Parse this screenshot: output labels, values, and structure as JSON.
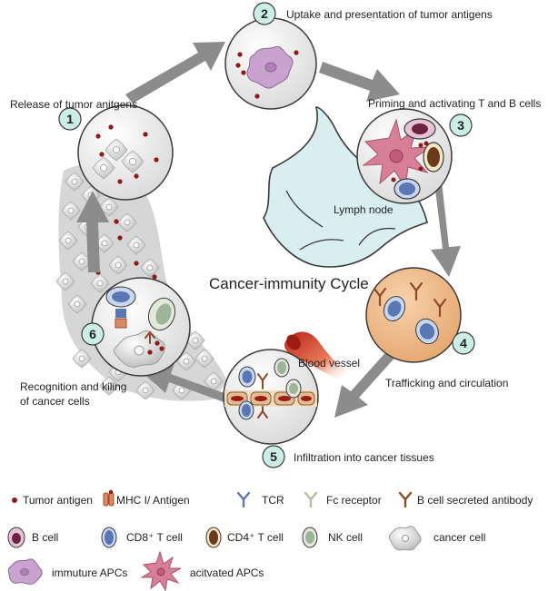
{
  "title": "Cancer-immunity Cycle",
  "steps": [
    {
      "number": "1",
      "label": "Release of tumor anitgens"
    },
    {
      "number": "2",
      "label": "Uptake and presentation of tumor antigens"
    },
    {
      "number": "3",
      "label": "Priming and activating T and B cells"
    },
    {
      "number": "4",
      "label": "Trafficking and circulation"
    },
    {
      "number": "5",
      "label": "Infiltration into cancer tissues"
    },
    {
      "number": "6",
      "label_line1": "Recognition and kiling",
      "label_line2": "of cancer cells"
    }
  ],
  "annotations": {
    "lymph_node": "Lymph node",
    "blood_vessel": "Blood vessel"
  },
  "legend": {
    "row1": [
      "Tumor antigen",
      "MHC I/ Antigen",
      "TCR",
      "Fc receptor",
      "B cell secreted antibody"
    ],
    "row2": [
      "B cell",
      "CD8⁺ T cell",
      "CD4⁺ T cell",
      "NK cell",
      "cancer cell"
    ],
    "row3": [
      "immuture APCs",
      "acitvated APCs"
    ]
  },
  "colors": {
    "arrow": "#8c8c8c",
    "antigen": "#8b1a1a",
    "lymph_node": "#d9eeee",
    "trafficking_circle": "#eeb888",
    "number_badge": "#cdeee6",
    "immature_apc": "#c9a2cf",
    "activated_apc": "#d87f98",
    "cd8": "#5b77b3",
    "cd4": "#6a3a1c",
    "nk": "#9fb39a",
    "b_cell": "#e5c3d5"
  }
}
